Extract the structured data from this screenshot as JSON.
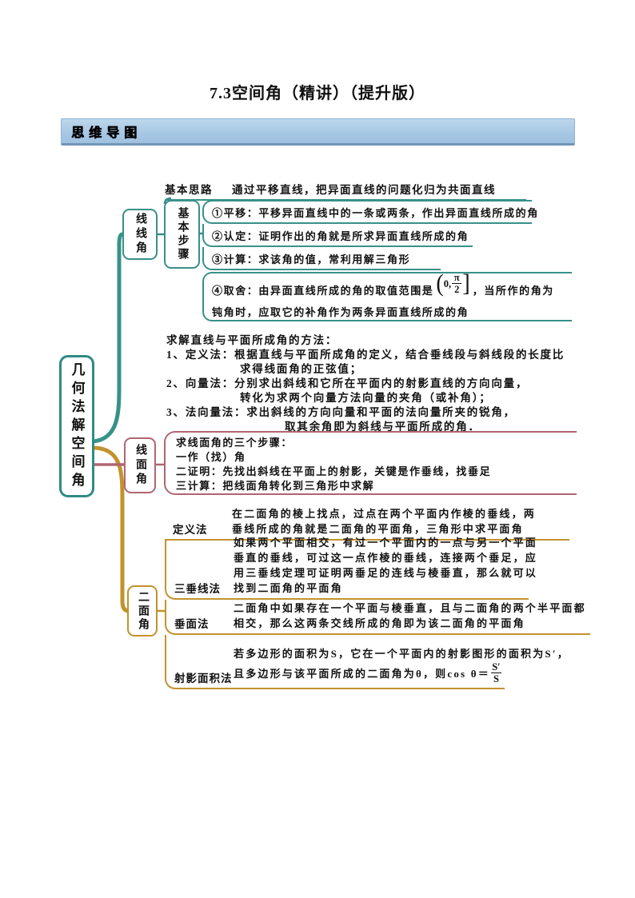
{
  "page": {
    "title": "7.3空间角（精讲）（提升版）"
  },
  "banner": {
    "label": "思维导图"
  },
  "colors": {
    "teal": "#389189",
    "gold": "#C3922E",
    "rose": "#AF6672",
    "banner_bg": "#A6C7E3",
    "banner_edge": "#7095B7"
  },
  "mindmap": {
    "root": "几何法解空间角",
    "line_angle": {
      "node": "线线角",
      "idea_label": "基本思路",
      "idea_text": "通过平移直线，把异面直线的问题化归为共面直线",
      "steps_node": "基本步骤",
      "steps": [
        "①平移：平移异面直线中的一条或两条，作出异面直线所成的角",
        "②认定：证明作出的角就是所求异面直线所成的角",
        "③计算：求该角的值，常利用解三角形"
      ],
      "step4": {
        "prefix": "④取舍：由异面直线所成的角的取值范围是",
        "paren_open": "(",
        "zero": "0,",
        "frac_num": "π",
        "frac_den": "2",
        "bracket_close": "]",
        "suffix": "，当所作的角为",
        "line2": "钝角时，应取它的补角作为两条异面直线所成的角"
      }
    },
    "line_plane": {
      "node": "线面角",
      "note": [
        "求解直线与平面所成角的方法：",
        "1、定义法：根据直线与平面所成角的定义，结合垂线段与斜线段的长度比",
        "求得线面角的正弦值；",
        "2、向量法：分别求出斜线和它所在平面内的射影直线的方向向量，",
        "转化为求两个向量方法向量的夹角（或补角）；",
        "3、法向量法：求出斜线的方向向量和平面的法向量所夹的锐角，",
        "取其余角即为斜线与平面所成的角．"
      ],
      "box": [
        "求线面角的三个步骤：",
        "一作（找）角",
        "二证明：先找出斜线在平面上的射影，关键是作垂线，找垂足",
        "三计算：把线面角转化到三角形中求解"
      ]
    },
    "dihedral": {
      "node": "二面角",
      "methods": [
        {
          "label": "定义法",
          "lines": [
            "在二面角的棱上找点，过点在两个平面内作棱的垂线，两",
            "垂线所成的角就是二面角的平面角，三角形中求平面角"
          ]
        },
        {
          "label": "三垂线法",
          "lines": [
            "如果两个平面相交，有过一个平面内的一点与另一个平面",
            "垂直的垂线，可过这一点作棱的垂线，连接两个垂足，应",
            "用三垂线定理可证明两垂足的连线与棱垂直，那么就可以",
            "找到二面角的平面角"
          ]
        },
        {
          "label": "垂面法",
          "lines": [
            "二面角中如果存在一个平面与棱垂直，且与二面角的两个半平面都",
            "相交，那么这两条交线所成的角即为该二面角的平面角"
          ]
        },
        {
          "label": "射影面积法",
          "line1": "若多边形的面积为S，它在一个平面内的射影图形的面积为S′，",
          "line2_prefix": "且多边形与该平面所成的二面角为θ，则",
          "cos_label": "cos θ＝",
          "frac_num": "S′",
          "frac_den": "S"
        }
      ]
    }
  }
}
